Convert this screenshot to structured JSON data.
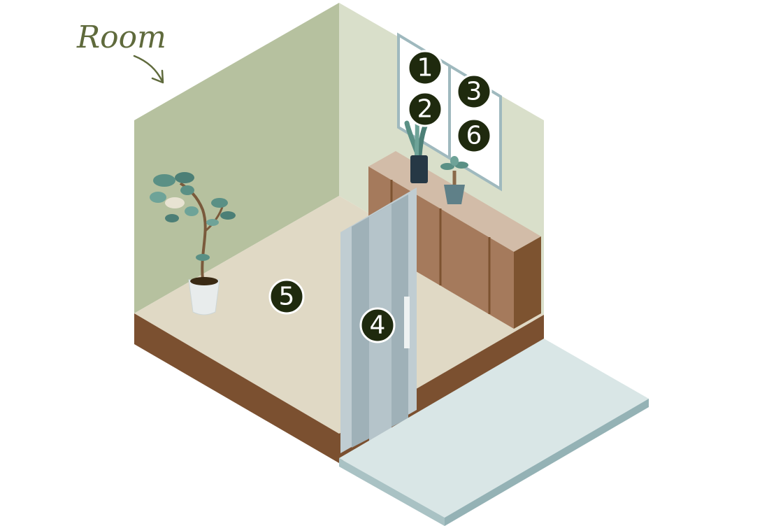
{
  "title": "Room",
  "markers": [
    {
      "id": "1",
      "label": "1"
    },
    {
      "id": "2",
      "label": "2"
    },
    {
      "id": "3",
      "label": "3"
    },
    {
      "id": "4",
      "label": "4"
    },
    {
      "id": "5",
      "label": "5"
    },
    {
      "id": "6",
      "label": "6"
    }
  ],
  "colors": {
    "left_wall": "#b6c19f",
    "right_wall": "#d9dfca",
    "floor": "#e0d9c5",
    "floor_edge": "#7b5030",
    "cabinet_top": "#d2bca8",
    "cabinet_front": "#a57a5c",
    "cabinet_side": "#7d5330",
    "door": "#9fb1b8",
    "step_top": "#d9e6e6",
    "step_side": "#94b2b5",
    "window_frame": "#9fb9be",
    "marker_fill": "#1f2a0e",
    "plant_leaf": "#5a9085",
    "pot_dark": "#263845",
    "pot_white": "#e8ecec"
  }
}
